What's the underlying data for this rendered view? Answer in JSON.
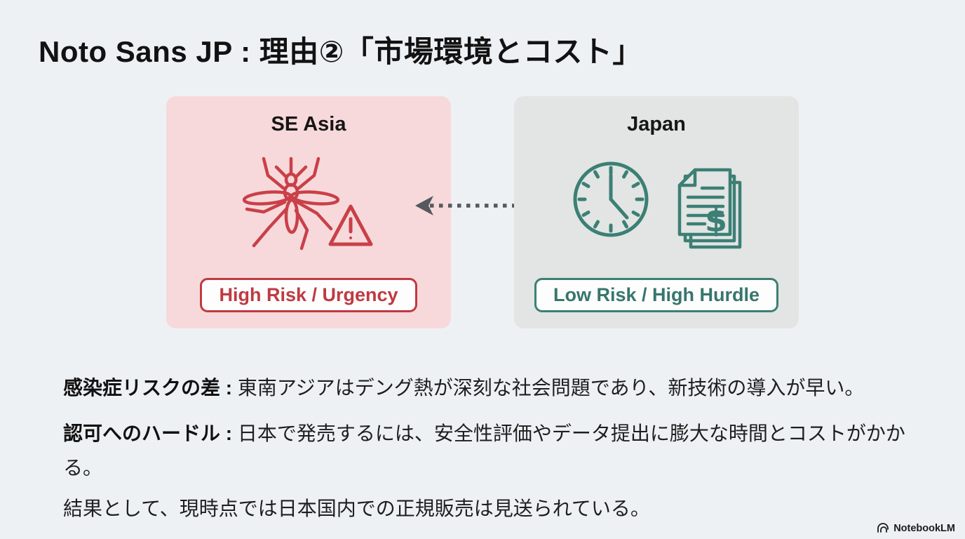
{
  "slide": {
    "title": "Noto Sans JP : 理由②「市場環境とコスト」"
  },
  "cards": {
    "se_asia": {
      "title": "SE Asia",
      "badge": "High Risk / Urgency",
      "icons": [
        "mosquito-icon",
        "warning-triangle-icon"
      ],
      "bg_color": "#f7d9db",
      "accent_color": "#c03a42"
    },
    "japan": {
      "title": "Japan",
      "badge": "Low Risk / High Hurdle",
      "icons": [
        "clock-icon",
        "documents-cost-icon"
      ],
      "bg_color": "#e2e5e3",
      "accent_color": "#3c7f75"
    }
  },
  "connector": {
    "type": "dashed-double-arrow",
    "color": "#55595d"
  },
  "bullets": [
    {
      "lead": "感染症リスクの差 : ",
      "text": "東南アジアはデング熱が深刻な社会問題であり、新技術の導入が早い。"
    },
    {
      "lead": "認可へのハードル : ",
      "text": "日本で発売するには、安全性評価やデータ提出に膨大な時間とコストがかかる。"
    },
    {
      "lead": "",
      "text": "結果として、現時点では日本国内での正規販売は見送られている。"
    }
  ],
  "footer": {
    "brand": "NotebookLM"
  },
  "colors": {
    "page_bg": "#eef1f4",
    "title_text": "#121212",
    "body_text": "#1e1e1e"
  }
}
